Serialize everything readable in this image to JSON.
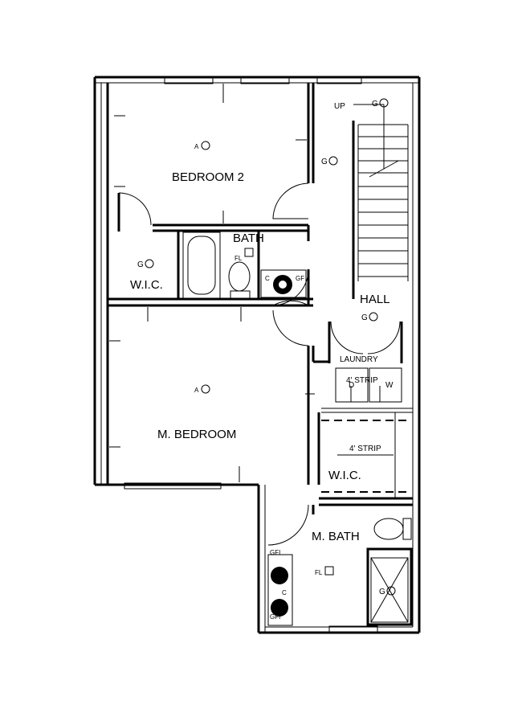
{
  "rooms": {
    "bedroom2": "BEDROOM 2",
    "bath": "BATH",
    "wic_upper": "W.I.C.",
    "hall": "HALL",
    "laundry": "LAUNDRY",
    "master_bedroom": "M. BEDROOM",
    "wic_lower": "W.I.C.",
    "master_bath": "M. BATH"
  },
  "notes": {
    "up": "UP",
    "strip_laundry": "4' STRIP",
    "strip_wic": "4' STRIP",
    "fl_bath": "FL",
    "fl_mbath": "FL",
    "gf_bath": "GF",
    "gfi_top": "GFI",
    "gfi_bottom": "GFI",
    "c_bath": "C",
    "c_mbath": "C",
    "dryer": "D",
    "washer": "W"
  },
  "symbols": {
    "a_bedroom2": "A",
    "a_master": "A",
    "g_hall_top": "G",
    "g_hall_mid": "G",
    "g_wic": "G",
    "g_laundry": "G",
    "g_shower": "G"
  }
}
